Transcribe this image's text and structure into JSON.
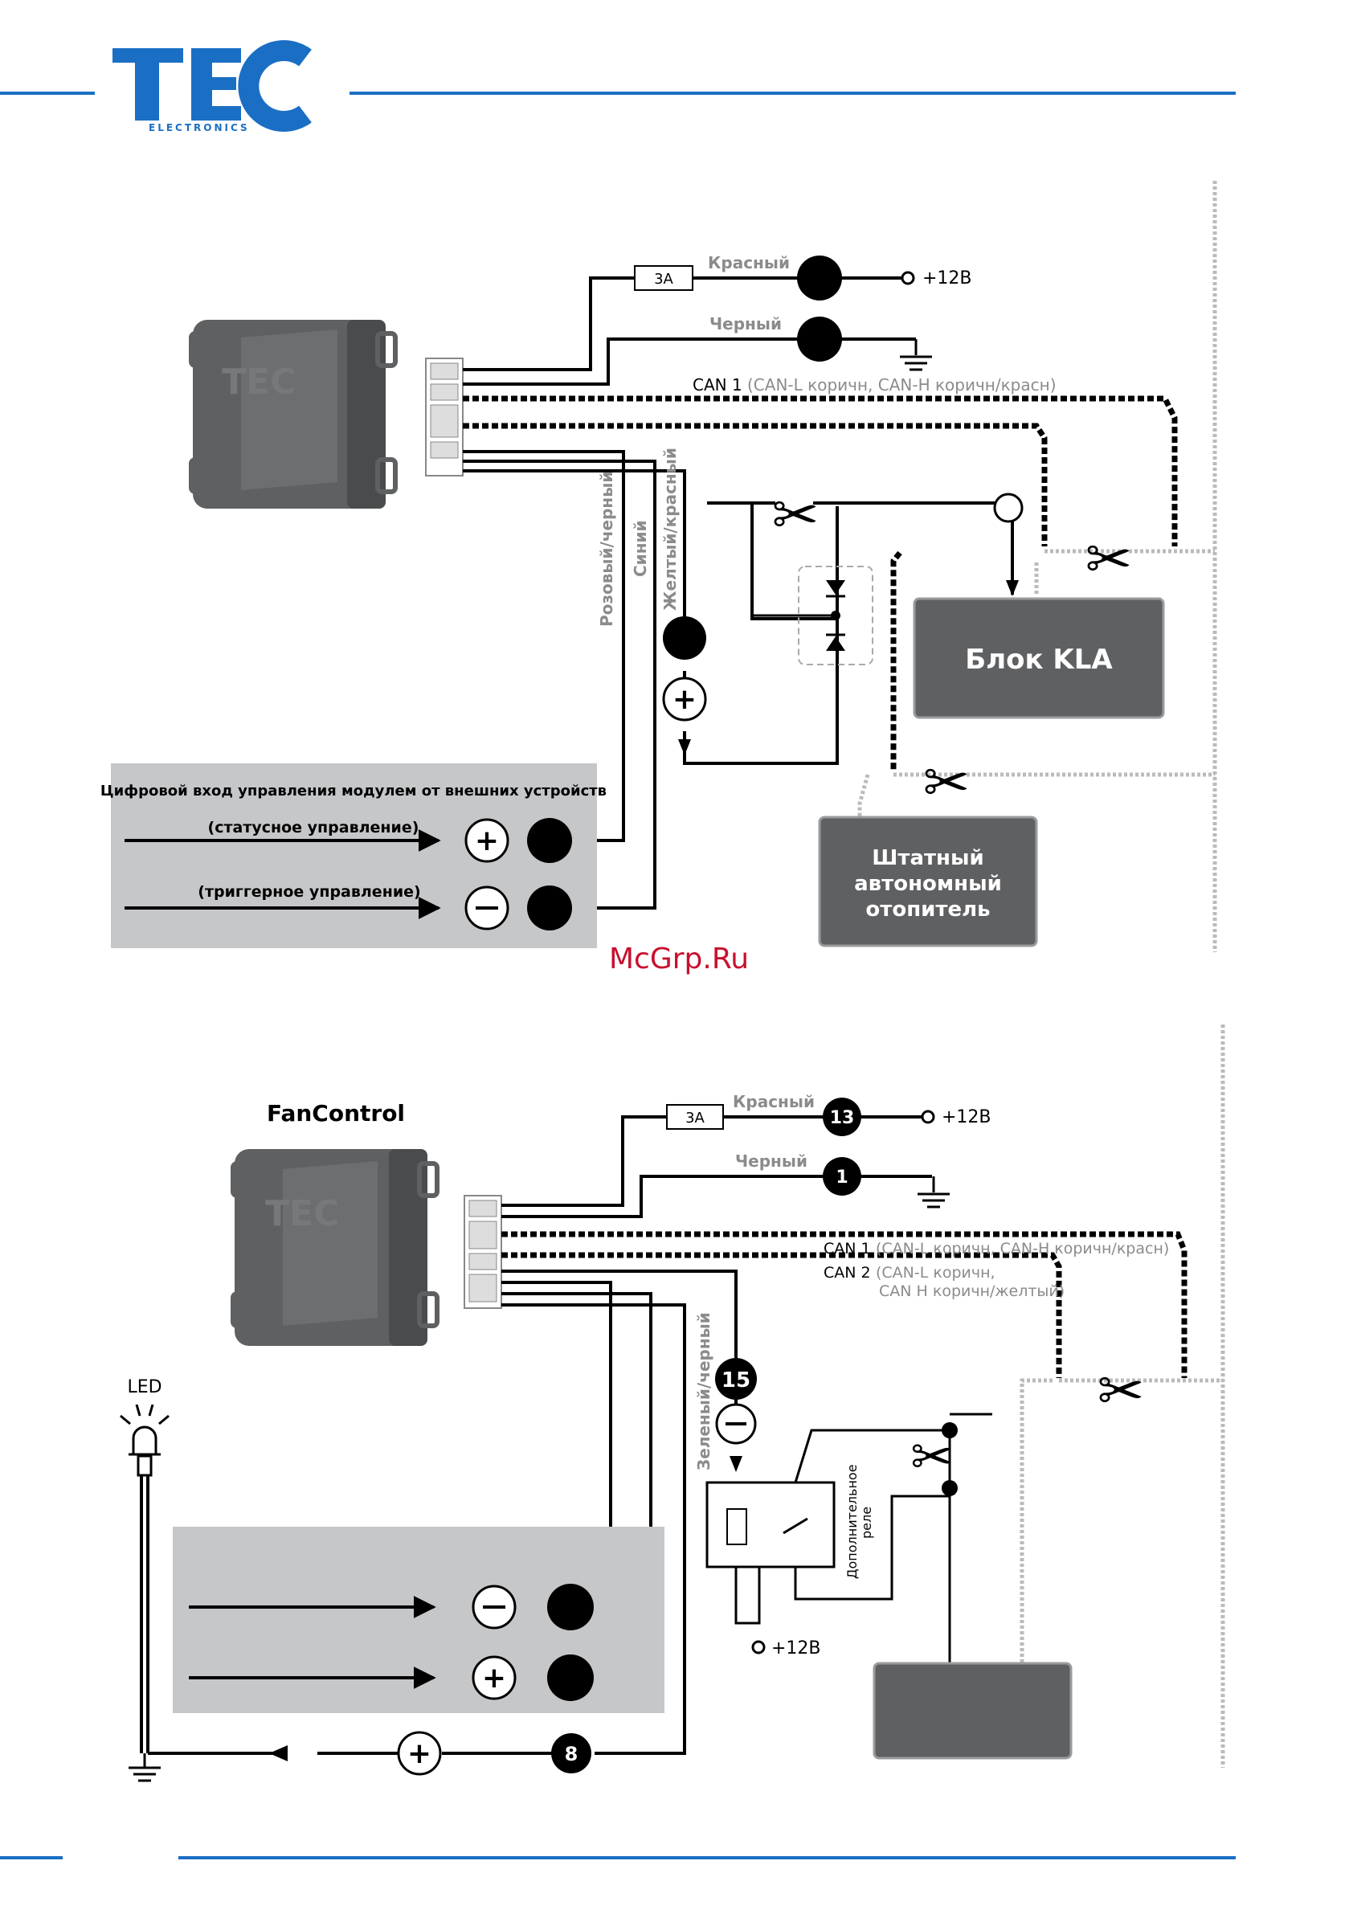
{
  "brand": {
    "logo_text": "TEC",
    "logo_subtitle": "ELECTRONICS",
    "color": "#1a6fc4"
  },
  "watermark": "McGrp.Ru",
  "colors": {
    "accent": "#1a6fc4",
    "gray_box": "#c6c7c9",
    "unit_fill": "#5f6062",
    "wire": "#000000",
    "label_gray": "#8b8b8b"
  },
  "top_diagram": {
    "fuse": "3A",
    "wire_red": "Красный",
    "wire_black": "Черный",
    "plus12": "+12В",
    "can1": "CAN 1",
    "can1_detail": "(CAN-L коричн, CAN-H коричн/красн)",
    "wire_pink": "Розовый/черный",
    "wire_blue": "Синий",
    "wire_yellow": "Желтый/красный",
    "unit_kla": "Блок KLA",
    "heater_line1": "Штатный",
    "heater_line2": "автономный",
    "heater_line3": "отопитель",
    "input_title": "Цифровой вход управления модулем от внешних устройств",
    "status_label": "(статусное управление)",
    "trigger_label": "(триггерное управление)"
  },
  "bottom_diagram": {
    "title": "FanControl",
    "fuse": "3A",
    "wire_red": "Красный",
    "wire_black": "Черный",
    "pin_red": "13",
    "pin_black": "1",
    "pin_green": "15",
    "pin_led": "8",
    "plus12": "+12В",
    "plus12_relay": "+12В",
    "can1": "CAN 1",
    "can1_detail": "(CAN-L коричн, CAN-H коричн/красн)",
    "can2": "CAN 2",
    "can2_detail_1": "(CAN-L коричн,",
    "can2_detail_2": "CAN H коричн/желтый)",
    "wire_green": "Зеленый/черный",
    "relay_line1": "Дополнительное",
    "relay_line2": "реле",
    "led": "LED"
  }
}
